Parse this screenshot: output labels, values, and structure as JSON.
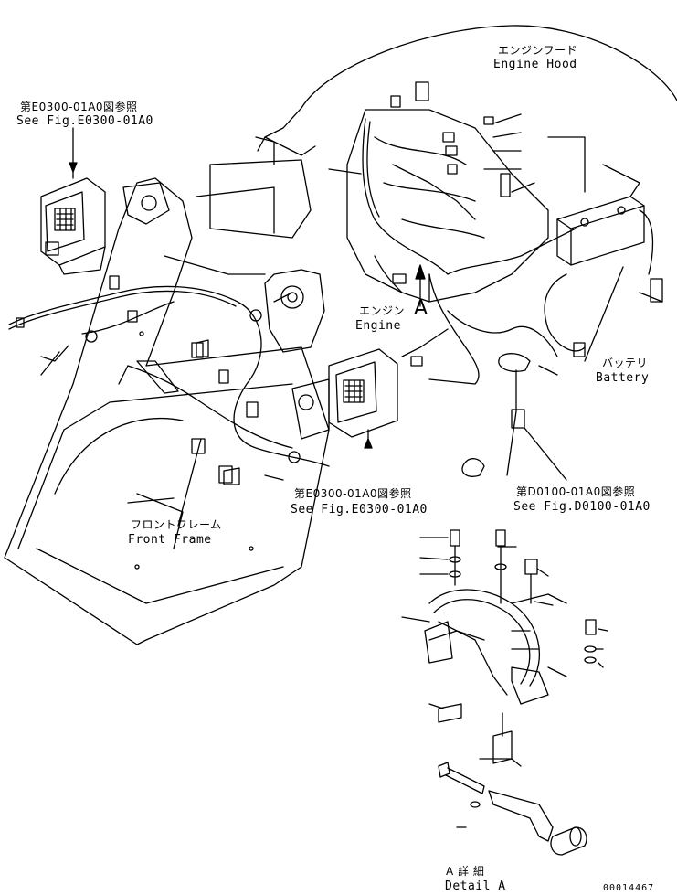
{
  "labels": {
    "engine_hood_jp": "エンジンフード",
    "engine_hood_en": "Engine Hood",
    "ref_e0300_top_jp": "第E0300-01A0図参照",
    "ref_e0300_top_en": "See Fig.E0300-01A0",
    "engine_jp": "エンジン",
    "engine_en": "Engine",
    "view_a": "A",
    "battery_jp": "バッテリ",
    "battery_en": "Battery",
    "ref_e0300_mid_jp": "第E0300-01A0図参照",
    "ref_e0300_mid_en": "See Fig.E0300-01A0",
    "ref_d0100_jp": "第D0100-01A0図参照",
    "ref_d0100_en": "See Fig.D0100-01A0",
    "front_frame_jp": "フロントフレーム",
    "front_frame_en": "Front Frame",
    "detail_a_jp": "A 詳 細",
    "detail_a_en": "Detail A",
    "drawing_number": "00014467"
  },
  "colors": {
    "ink": "#000000",
    "paper": "#ffffff"
  }
}
